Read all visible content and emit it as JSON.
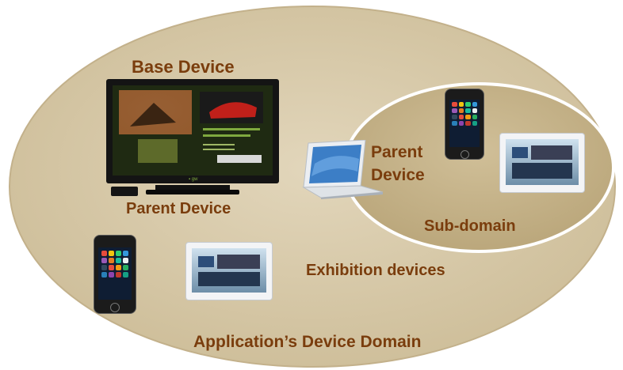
{
  "labels": {
    "base_device": "Base Device",
    "parent_device_tv": "Parent Device",
    "parent_device_laptop_line1": "Parent",
    "parent_device_laptop_line2": "Device",
    "sub_domain": "Sub-domain",
    "exhibition_devices": "Exhibition devices",
    "application_domain": "Application’s Device Domain"
  },
  "colors": {
    "outer_ellipse": "#d5c7a6",
    "inner_ellipse": "#c7b48a",
    "label_text": "#7a3d0d"
  },
  "icons": [
    "tv-icon",
    "laptop-icon",
    "smartphone-icon",
    "tablet-icon",
    "set-top-box-icon"
  ]
}
